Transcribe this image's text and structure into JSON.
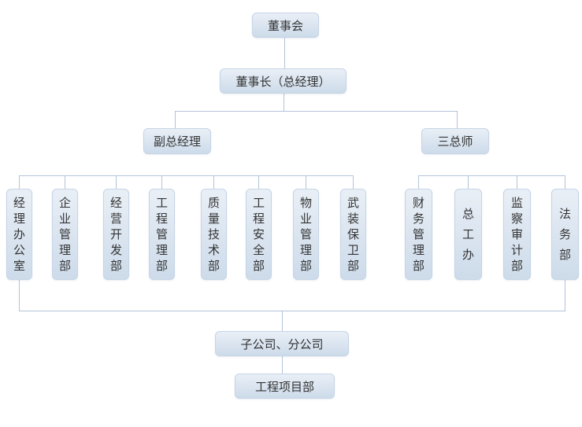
{
  "org_chart": {
    "board": "董事会",
    "chairman": "董事长（总经理）",
    "left_branch": {
      "head": "副总经理",
      "departments": [
        "经理办公室",
        "企业管理部",
        "经营开发部",
        "工程管理部",
        "质量技术部",
        "工程安全部",
        "物业管理部",
        "武装保卫部"
      ]
    },
    "right_branch": {
      "head": "三总师",
      "departments": [
        "财务管理部",
        "总工办",
        "监察审计部",
        "法务部"
      ]
    },
    "subsidiaries": "子公司、分公司",
    "project_dept": "工程项目部"
  },
  "colors": {
    "line": "#b3c4d9",
    "box-border": "#c6d5e6",
    "box-top": "#e9eff6",
    "box-bottom": "#cddbea",
    "text": "#333333",
    "background": "#ffffff"
  }
}
